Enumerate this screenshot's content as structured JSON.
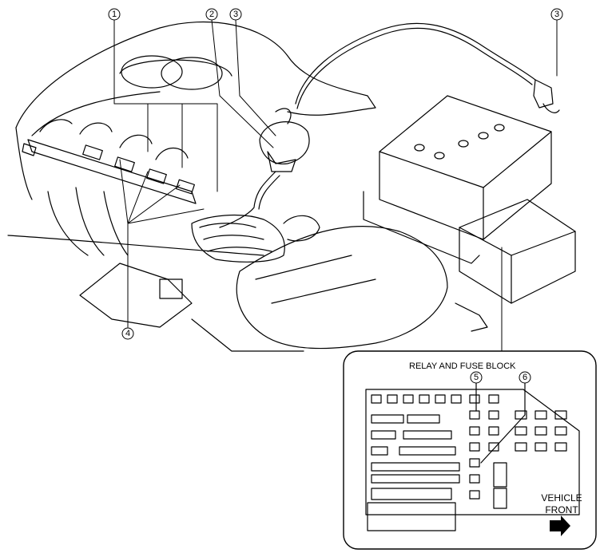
{
  "callouts": [
    "1",
    "2",
    "3",
    "3",
    "4",
    "5",
    "6"
  ],
  "inset": {
    "title": "RELAY AND FUSE BLOCK",
    "direction_line1": "VEHICLE",
    "direction_line2": "FRONT",
    "arrow_icon": "right-arrow-icon"
  }
}
